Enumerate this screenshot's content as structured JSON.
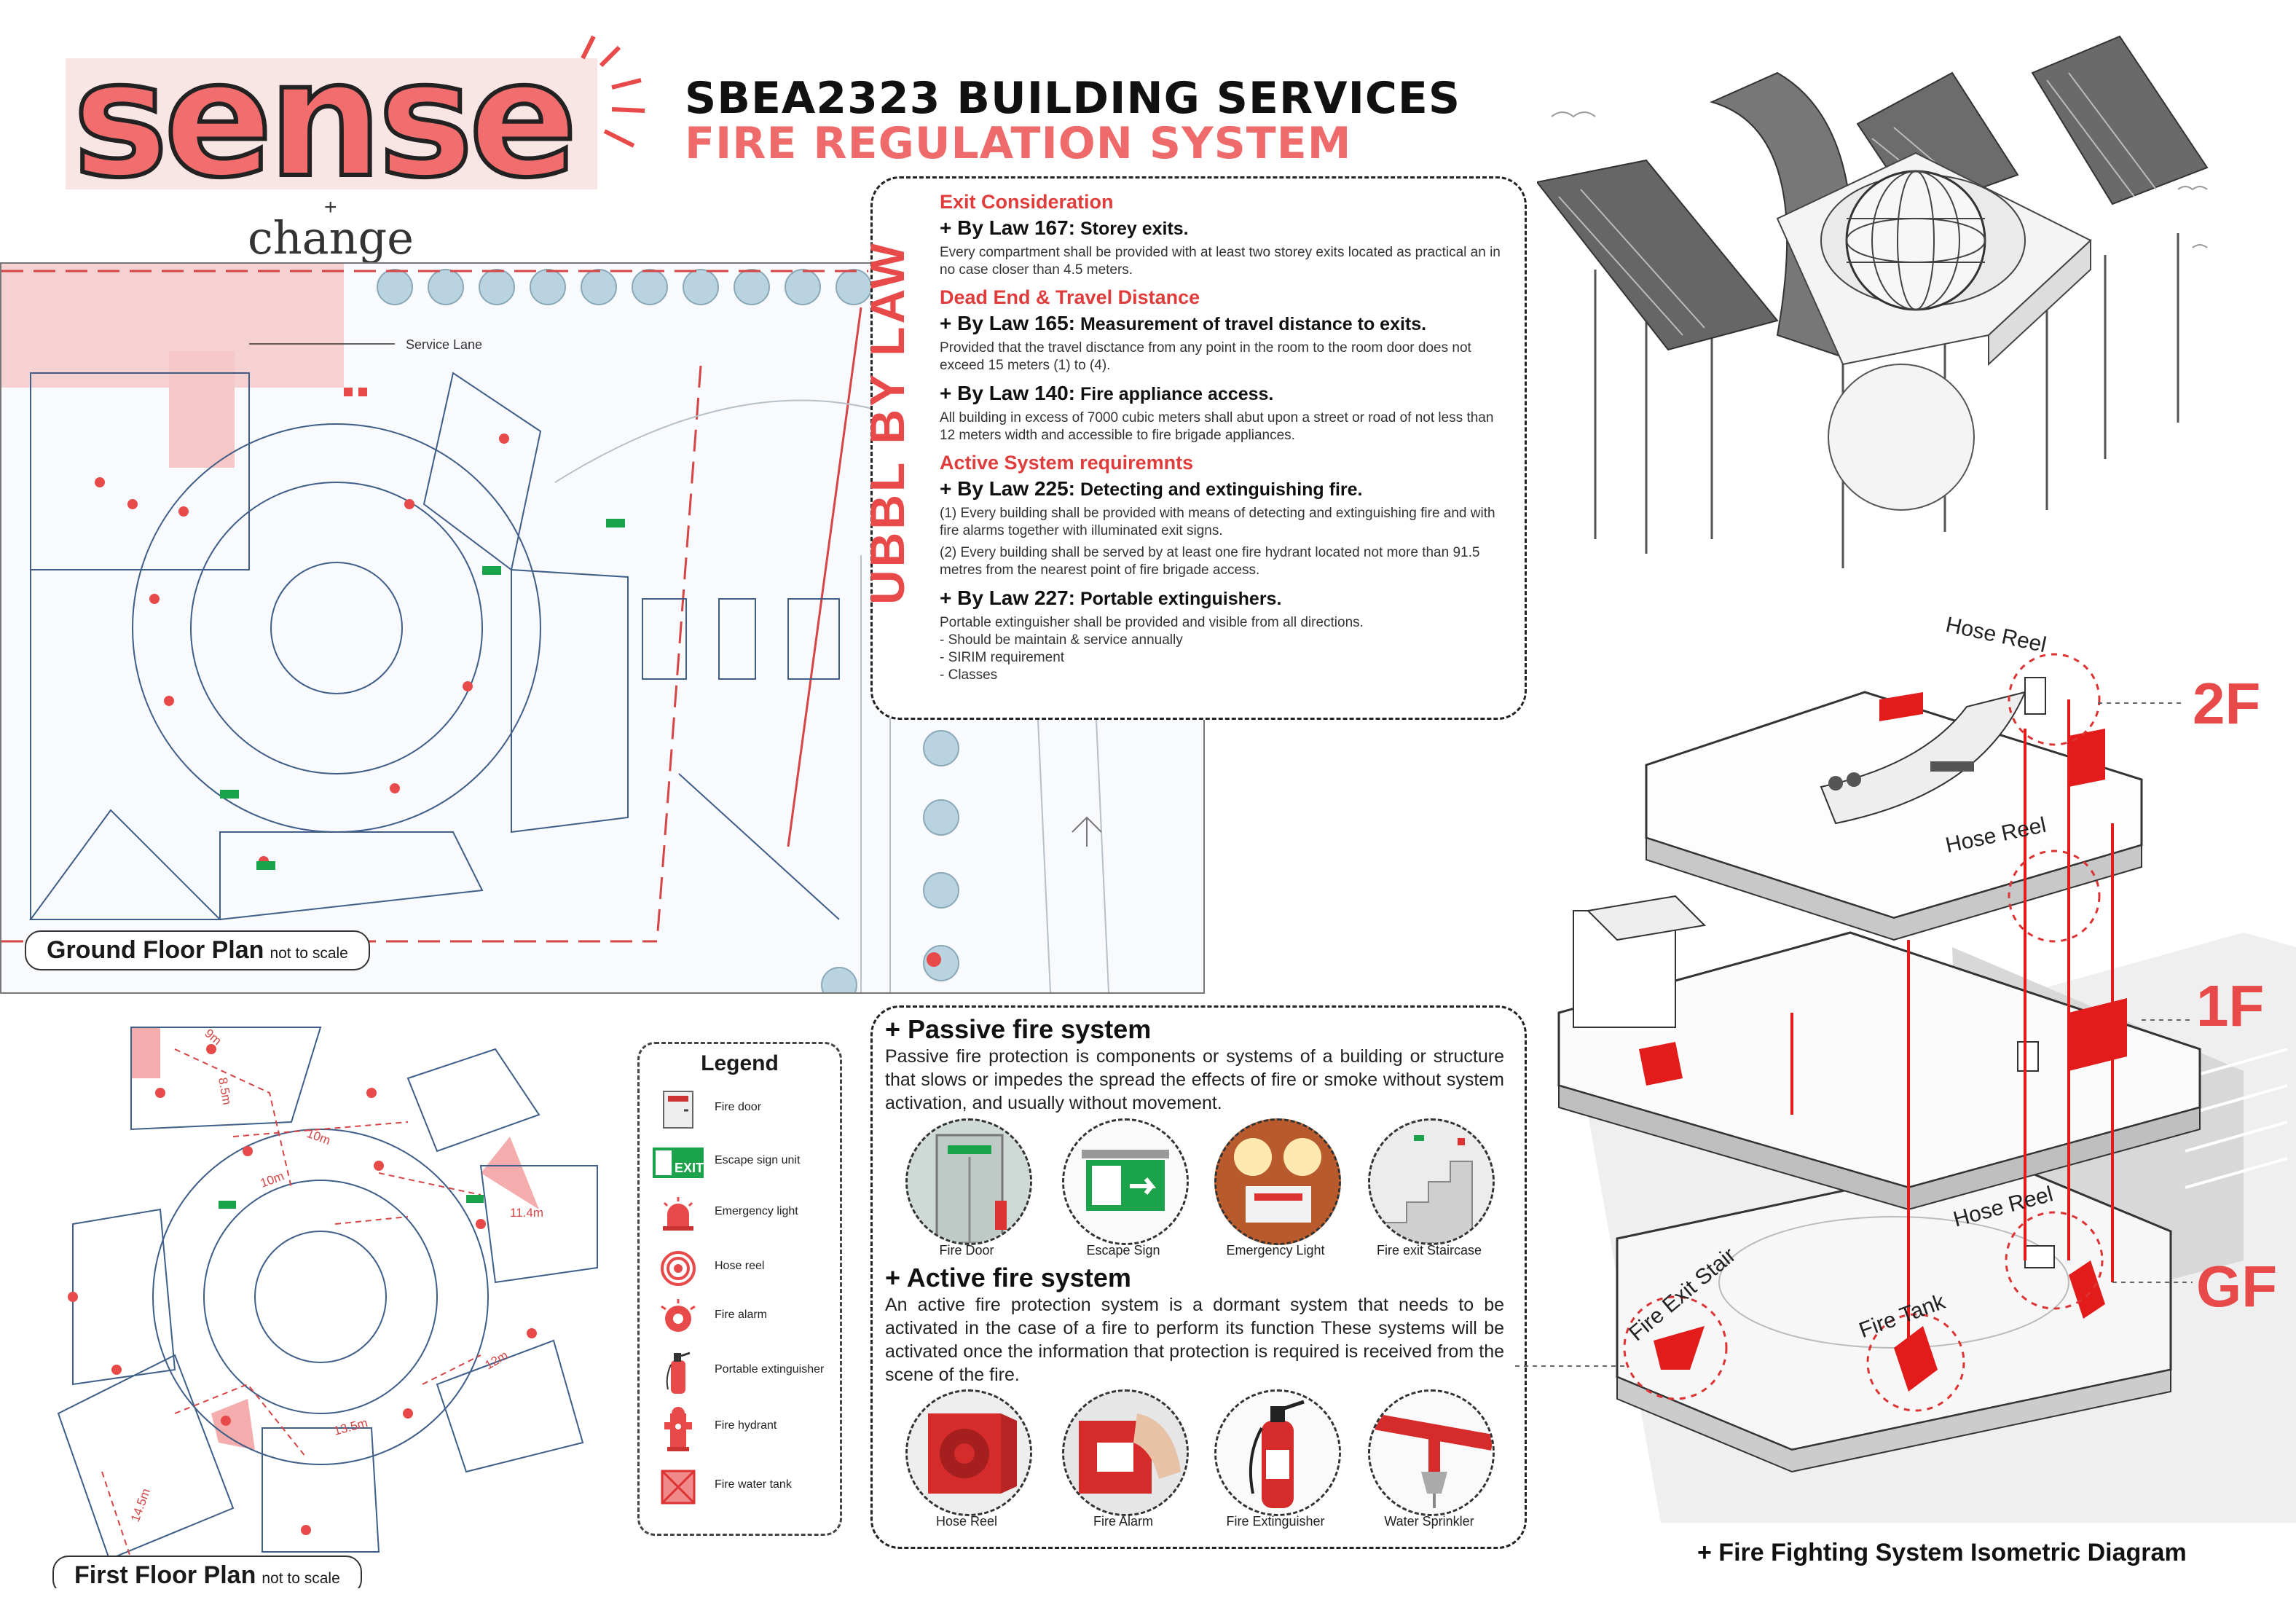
{
  "header": {
    "logo_text": "sense",
    "logo_plus": "+",
    "logo_sub": "change",
    "title_line1": "SBEA2323 BUILDING SERVICES",
    "title_line2": "FIRE REGULATION SYSTEM"
  },
  "ubbl": {
    "vertical_title": "UBBL BY LAW",
    "sections": [
      {
        "heading": "Exit Consideration",
        "laws": [
          {
            "label": "+ By Law 167:",
            "title": "Storey exits.",
            "paras": [
              "Every compartment shall be provided with at least two storey exits located as practical an in no case closer than 4.5 meters."
            ]
          }
        ]
      },
      {
        "heading": "Dead End & Travel Distance",
        "laws": [
          {
            "label": "+ By Law 165:",
            "title": "Measurement of travel distance to exits.",
            "paras": [
              "Provided that the travel disctance from any point in the room to the room door does not exceed 15 meters (1) to (4)."
            ]
          },
          {
            "label": "+ By Law 140:",
            "title": "Fire appliance access.",
            "paras": [
              "All building in excess of 7000 cubic meters shall abut upon a street or road of not less than 12 meters width and accessible to fire brigade appliances."
            ]
          }
        ]
      },
      {
        "heading": "Active System requiremnts",
        "laws": [
          {
            "label": "+ By Law 225:",
            "title": "Detecting and extinguishing fire.",
            "paras": [
              "(1) Every building shall be provided with means of detecting and extinguishing fire and with fire alarms together with illuminated exit signs.",
              "(2) Every building shall be served by at least one fire hydrant located not more than 91.5 metres from the nearest point of fire brigade access."
            ]
          },
          {
            "label": "+ By Law 227:",
            "title": "Portable extinguishers.",
            "paras": [
              "Portable extinguisher shall be provided and visible from all directions.",
              "- Should be maintain & service annually",
              "- SIRIM requirement",
              "- Classes"
            ]
          }
        ]
      }
    ]
  },
  "plans": {
    "ground_floor": {
      "label": "Ground Floor Plan",
      "note": "not to scale",
      "service_lane": "Service Lane"
    },
    "first_floor": {
      "label": "First Floor Plan",
      "note": "not to scale",
      "dims": [
        "9m",
        "10m",
        "11.4m",
        "12m",
        "13.5m",
        "14.5m",
        "8.5m",
        "10m"
      ]
    }
  },
  "legend": {
    "title": "Legend",
    "items": [
      {
        "label": "Fire door",
        "icon": "fire-door-icon"
      },
      {
        "label": "Escape sign unit",
        "icon": "exit-sign-icon",
        "sign_text": "EXIT"
      },
      {
        "label": "Emergency light",
        "icon": "emergency-light-icon"
      },
      {
        "label": "Hose reel",
        "icon": "hose-reel-icon"
      },
      {
        "label": "Fire alarm",
        "icon": "fire-alarm-icon"
      },
      {
        "label": "Portable extinguisher",
        "icon": "extinguisher-icon"
      },
      {
        "label": "Fire hydrant",
        "icon": "hydrant-icon"
      },
      {
        "label": "Fire water tank",
        "icon": "water-tank-icon"
      }
    ]
  },
  "systems": {
    "passive": {
      "heading": "+ Passive fire system",
      "text": "Passive fire protection is components or systems of a building or structure that slows or impedes the spread the effects of fire or smoke without system activation, and usually without movement.",
      "items": [
        "Fire Door",
        "Escape Sign",
        "Emergency Light",
        "Fire exit Staircase"
      ]
    },
    "active": {
      "heading": "+ Active fire system",
      "text": "An active fire protection system is a dormant system that needs to be activated in the case of a fire to perform its function These systems will be activated once the information that protection is required is received from the scene of the fire.",
      "items": [
        "Hose Reel",
        "Fire Alarm",
        "Fire Extinguisher",
        "Water Sprinkler"
      ]
    }
  },
  "isometric": {
    "floors": [
      "2F",
      "1F",
      "GF"
    ],
    "annotations": [
      "Hose Reel",
      "Hose Reel",
      "Hose Reel",
      "Fire Exit Stair",
      "Fire Tank"
    ],
    "caption": "+ Fire Fighting System Isometric Diagram"
  },
  "colors": {
    "accent": "#e84a4a",
    "exit_green": "#1aa34a",
    "ink": "#111111"
  }
}
